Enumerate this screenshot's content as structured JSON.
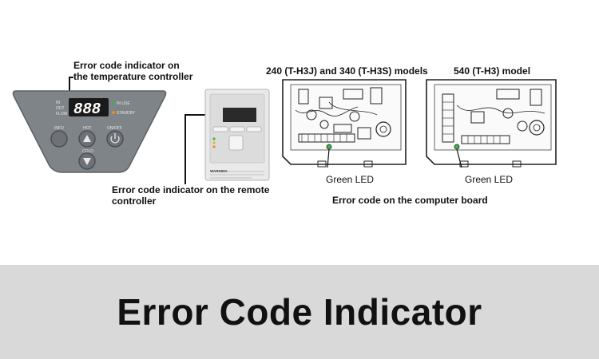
{
  "callouts": {
    "temp_controller": [
      "Error code indicator on",
      "the temperature controller"
    ],
    "remote_controller": [
      "Error code indicator on the remote",
      "controller"
    ],
    "models_240_340": "240 (T-H3J) and 340 (T-H3S) models",
    "model_540": "540 (T-H3) model",
    "green_led": "Green LED",
    "board_caption": "Error code on the computer board"
  },
  "temp_panel": {
    "mode_labels": [
      "IN",
      "OUT",
      "FLOW"
    ],
    "display": "888",
    "indicator_labels": [
      "IN USE",
      "STANDBY"
    ],
    "buttons": [
      "INFO",
      "HOT",
      "ON/OFF",
      "COLD"
    ]
  },
  "remote_panel": {
    "warning_label": "WARNING"
  },
  "banner": {
    "title": "Error Code Indicator"
  },
  "colors": {
    "panel": "#7f8488",
    "banner_bg": "#d9d9d9",
    "led_green": "#3bb54a",
    "led_orange": "#f08a1c"
  }
}
